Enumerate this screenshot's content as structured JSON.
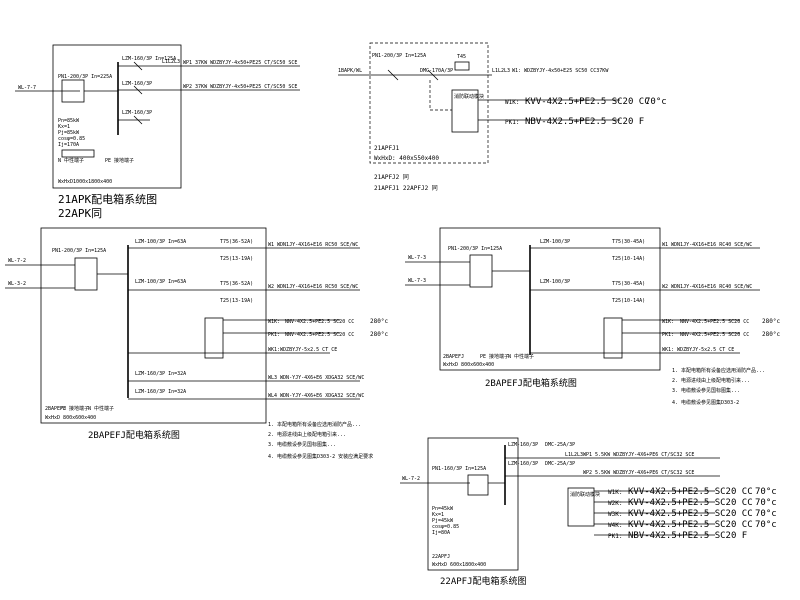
{
  "panel1": {
    "title": "21APK配电箱系统图",
    "subtitle": "22APK同",
    "incoming": "WL-7-7",
    "main_breaker": "PN1-200/3P In=225A",
    "brk1": "LZM-160/3P In=125A",
    "brk2": "LZM-160/3P",
    "brk3": "LZM-160/3P",
    "phase": "L1L2L3",
    "out1": "WP1 37KW WDZBYJY-4x50+PE25 CT/SC50 SCE",
    "out2": "WP2 37KW WDZBYJY-4x50+PE25 CT/SC50 SCE",
    "params": [
      "Pn=85kW",
      "Kx=1",
      "Pj=85kW",
      "cosφ=0.85",
      "Ij=170A"
    ],
    "pe": "PE 接地端子",
    "n": "N 中性端子",
    "size": "WxHxD1000x1800x400"
  },
  "panel2": {
    "incoming": "1BAPK/WL",
    "main_breaker": "PN1-200/3P In=125A",
    "brk": "DMC-170A/3P",
    "ct": "T45",
    "phase": "L1L2L3",
    "out_main": "W1: WDZBYJY-4x50+E25 SC50 CC37KW",
    "fire_module": "消防联动模块",
    "w1k": "W1K:",
    "w1k_cable": "KVV-4X2.5+PE2.5 SC20 CC",
    "w1k_temp": "70°c",
    "pk1": "PK1:",
    "pk1_cable": "NBV-4X2.5+PE2.5 SC20 F",
    "name": "21APFJ1",
    "size": "WxHxD: 400x550x400",
    "line1": "21APFJ2 同",
    "line2": "21APFJ1 22APFJ2 同"
  },
  "panel3": {
    "title": "2BAPEFJ配电箱系统图",
    "in1": "WL-7-2",
    "in2": "WL-3-2",
    "main_breaker": "PN1-200/3P In=125A",
    "brk_a": "LZM-100/3P In=63A",
    "brk_b": "LZM-100/3P In=63A",
    "brk_c": "LZM-160/3P In=32A",
    "brk_d": "LZM-160/3P In=32A",
    "ct1": "T75(36-52A)",
    "ct2": "T25(13-19A)",
    "ct3": "T75(36-52A)",
    "ct4": "T25(13-19A)",
    "w1": "W1 WDN1JY-4X16+E16 RC50 SCE/WC",
    "w2": "W2 WDN1JY-4X16+E16 RC50 SCE/WC",
    "w1k": "W1K:",
    "w1k_cable": "NNV-4X2.5+PE2.5 SC20 CC",
    "w1k_temp": "280°c",
    "pk1": "PK1:",
    "pk1_cable": "NNV-4X2.5+PE2.5 SC20 CC",
    "pk1_temp": "280°c",
    "wk1": "WK1:WDZBYJY-5x2.5 CT CE",
    "wl3": "WL3 WDN-YJY-4X6+E6 XDGA32 SCE/WC",
    "wl4": "WL4 WDN-YJY-4X6+E6 XDGA32 SCE/WC",
    "pe": "PE 接地端子",
    "n": "N 中性端子",
    "name": "2BAPEFJ",
    "size": "WxHxD 800x600x400",
    "notes": [
      "1. 本配电箱所有设备应选用消防产品...",
      "2. 电源进线由上级配电箱引来...",
      "3. 电缆敷设参见国标图集...",
      "4. 电缆敷设参见图集D303-2 安装应满足要求"
    ]
  },
  "panel4": {
    "title": "2BAPEFJ配电箱系统图",
    "in1": "WL-7-3",
    "in2": "WL-7-3",
    "main_breaker": "PN1-200/3P In=125A",
    "brk_a": "LZM-100/3P",
    "brk_b": "LZM-100/3P",
    "ct1": "T75(30-45A)",
    "ct2": "T25(10-14A)",
    "ct3": "T75(30-45A)",
    "ct4": "T25(10-14A)",
    "w1": "W1 WDN1JY-4X16+E16 RC40 SCE/WC",
    "w2": "W2 WDN1JY-4X16+E16 RC40 SCE/WC",
    "w1k": "W1K:",
    "w1k_cable": "NNV-4X2.5+PE2.5 SC20 CC",
    "w1k_temp": "280°c",
    "pk1": "PK1:",
    "pk1_cable": "NNV-4X2.5+PE2.5 SC20 CC",
    "pk1_temp": "280°c",
    "wk1": "WK1: WDZBYJY-5x2.5 CT CE",
    "pe": "PE 接地端子",
    "n": "N 中性端子",
    "name": "2BAPEFJ",
    "size": "WxHxD 800x600x400",
    "notes": [
      "1. 本配电箱所有设备应选用消防产品...",
      "2. 电源进线由上级配电箱引来...",
      "3. 电缆敷设参见国标图集...",
      "4. 电缆敷设参见图集D303-2"
    ]
  },
  "panel5": {
    "title": "22APFJ配电箱系统图",
    "incoming": "WL-7-2",
    "main_breaker": "PN1-160/3P In=125A",
    "brk1": "LZM-160/3P",
    "brk2": "LZM-160/3P",
    "dmc1": "DMC-25A/3P",
    "dmc2": "DMC-25A/3P",
    "phase": "L1L2L3",
    "wp1": "WP1 5.5KW WDZBYJY-4X6+PE6 CT/SC32 SCE",
    "wp2": "WP2 5.5KW WDZBYJY-4X6+PE6 CT/SC32 SCE",
    "fire_module": "消防联动模块",
    "rows": [
      {
        "label": "W1K:",
        "cable": "KVV-4X2.5+PE2.5 SC20 CC",
        "temp": "70°c"
      },
      {
        "label": "W2K:",
        "cable": "KVV-4X2.5+PE2.5 SC20 CC",
        "temp": "70°c"
      },
      {
        "label": "W3K:",
        "cable": "KVV-4X2.5+PE2.5 SC20 CC",
        "temp": "70°c"
      },
      {
        "label": "W4K:",
        "cable": "KVV-4X2.5+PE2.5 SC20 CC",
        "temp": "70°c"
      },
      {
        "label": "PK1:",
        "cable": "NBV-4X2.5+PE2.5 SC20 F",
        "temp": ""
      }
    ],
    "params": [
      "Pn=45kW",
      "Kx=1",
      "Pj=45kW",
      "cosφ=0.85",
      "Ij=80A"
    ],
    "name": "22APFJ",
    "size": "WxHxD 600x1800x400"
  }
}
